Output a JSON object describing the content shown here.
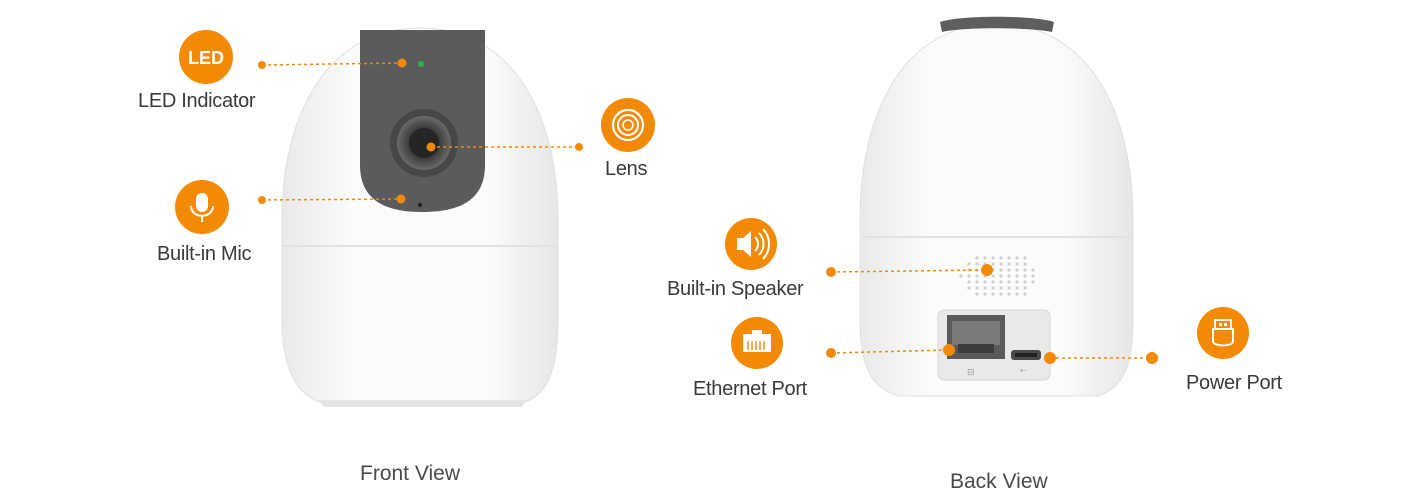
{
  "front_view": {
    "caption": "Front View",
    "callouts": [
      {
        "id": "led",
        "label": "LED Indicator",
        "icon": "led-text-icon",
        "icon_text": "LED"
      },
      {
        "id": "mic",
        "label": "Built-in Mic",
        "icon": "microphone-icon"
      },
      {
        "id": "lens",
        "label": "Lens",
        "icon": "lens-rings-icon"
      }
    ]
  },
  "back_view": {
    "caption": "Back View",
    "callouts": [
      {
        "id": "speaker",
        "label": "Built-in Speaker",
        "icon": "speaker-icon"
      },
      {
        "id": "ethernet",
        "label": "Ethernet Port",
        "icon": "ethernet-port-icon"
      },
      {
        "id": "power",
        "label": "Power Port",
        "icon": "usb-plug-icon"
      }
    ]
  },
  "colors": {
    "accent": "#f28a06",
    "camera_body": "#f7f7f7",
    "camera_face": "#5b5b5d",
    "label_text": "#3a3a3a"
  }
}
